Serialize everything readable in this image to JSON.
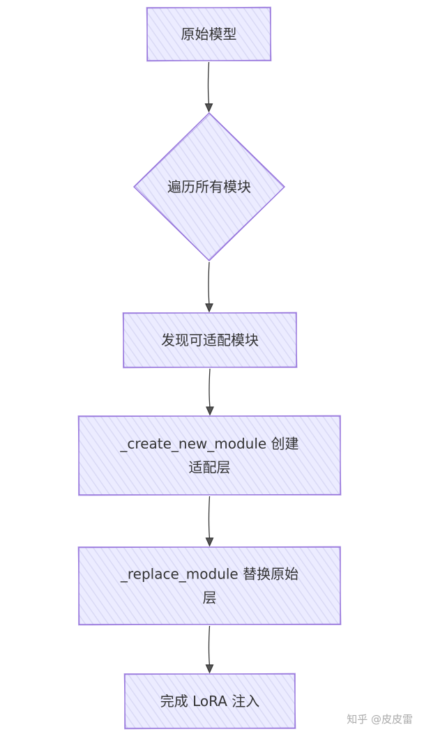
{
  "diagram": {
    "colors": {
      "fill": "#ececff",
      "hatch": "#d9d9f5",
      "stroke": "#9370db",
      "arrow": "#333333",
      "text": "#333333"
    },
    "nodes": [
      {
        "id": "n1",
        "shape": "rect",
        "lines": [
          "原始模型"
        ]
      },
      {
        "id": "n2",
        "shape": "diamond",
        "lines": [
          "遍历所有模块"
        ]
      },
      {
        "id": "n3",
        "shape": "rect",
        "lines": [
          "发现可适配模块"
        ]
      },
      {
        "id": "n4",
        "shape": "rect",
        "lines": [
          "_create_new_module 创建",
          "适配层"
        ]
      },
      {
        "id": "n5",
        "shape": "rect",
        "lines": [
          "_replace_module 替换原始",
          "层"
        ]
      },
      {
        "id": "n6",
        "shape": "rect",
        "lines": [
          "完成 LoRA 注入"
        ]
      }
    ],
    "edges": [
      {
        "from": "n1",
        "to": "n2"
      },
      {
        "from": "n2",
        "to": "n3"
      },
      {
        "from": "n3",
        "to": "n4"
      },
      {
        "from": "n4",
        "to": "n5"
      },
      {
        "from": "n5",
        "to": "n6"
      }
    ]
  },
  "watermark": "知乎 @皮皮雷"
}
